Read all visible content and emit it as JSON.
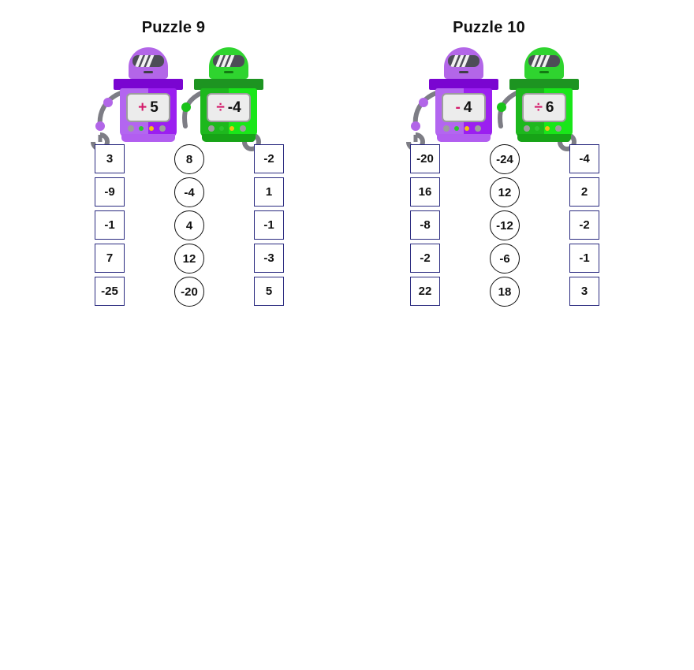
{
  "page": {
    "background": "#ffffff",
    "box_border_color": "#2b2b80",
    "circle_border_color": "#111111",
    "operator_color": "#d41a6a"
  },
  "puzzles": [
    {
      "title": "Puzzle 9",
      "robots": [
        {
          "color_name": "purple",
          "head_color": "#b366e8",
          "shoulder_color": "#7a05d1",
          "body_left_color": "#b366f0",
          "body_right_color": "#9b1ff0",
          "foot_color": "#b25ef0",
          "joint_color": "#b266e8",
          "operator": "+",
          "value": "5"
        },
        {
          "color_name": "green",
          "head_color": "#2fd42f",
          "shoulder_color": "#1d9421",
          "body_left_color": "#1db81d",
          "body_right_color": "#19e619",
          "foot_color": "#17a317",
          "joint_color": "#19c219",
          "operator": "÷",
          "value": "-4"
        }
      ],
      "columns": {
        "left": [
          "3",
          "-9",
          "-1",
          "7",
          "-25"
        ],
        "middle": [
          "8",
          "-4",
          "4",
          "12",
          "-20"
        ],
        "right": [
          "-2",
          "1",
          "-1",
          "-3",
          "5"
        ]
      }
    },
    {
      "title": "Puzzle 10",
      "robots": [
        {
          "color_name": "purple",
          "head_color": "#b366e8",
          "shoulder_color": "#7a05d1",
          "body_left_color": "#b366f0",
          "body_right_color": "#9b1ff0",
          "foot_color": "#b25ef0",
          "joint_color": "#b266e8",
          "operator": "-",
          "value": "4"
        },
        {
          "color_name": "green",
          "head_color": "#2fd42f",
          "shoulder_color": "#1d9421",
          "body_left_color": "#1db81d",
          "body_right_color": "#19e619",
          "foot_color": "#17a317",
          "joint_color": "#19c219",
          "operator": "÷",
          "value": "6"
        }
      ],
      "columns": {
        "left": [
          "-20",
          "16",
          "-8",
          "-2",
          "22"
        ],
        "middle": [
          "-24",
          "12",
          "-12",
          "-6",
          "18"
        ],
        "right": [
          "-4",
          "2",
          "-2",
          "-1",
          "3"
        ]
      }
    }
  ]
}
